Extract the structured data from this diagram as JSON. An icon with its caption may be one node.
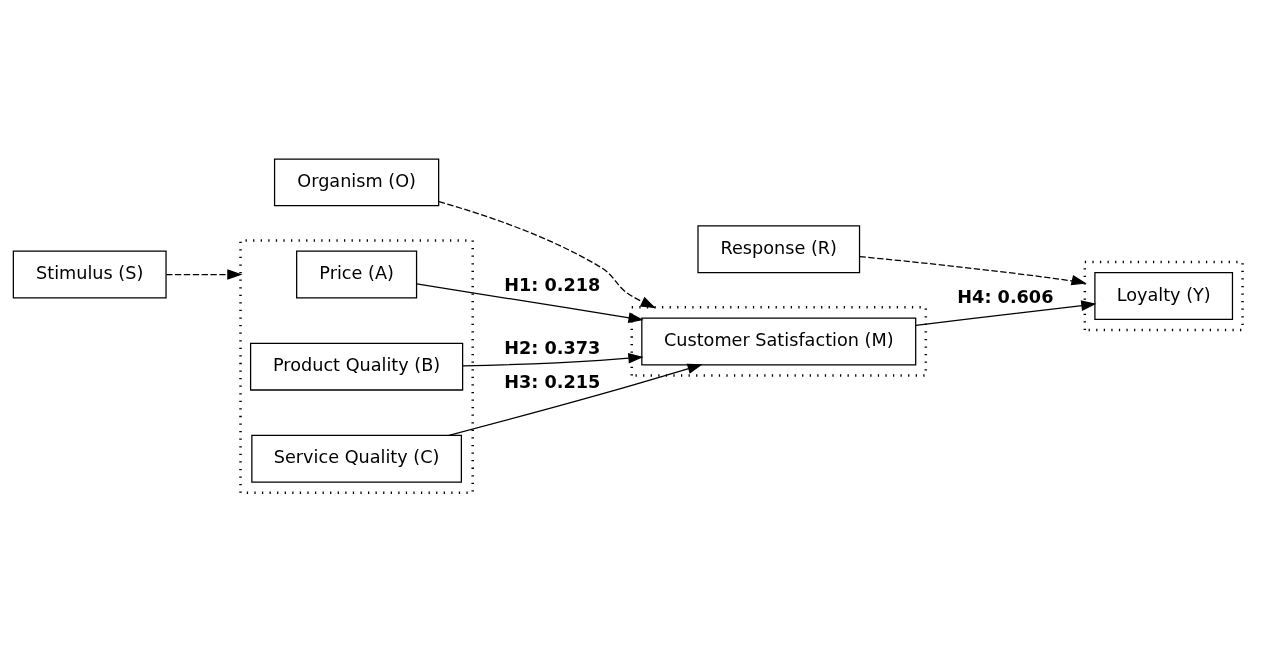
{
  "diagram": {
    "nodes": [
      {
        "text": [],
        "shape": "box"
      },
      {
        "text": [
          "Price (A)"
        ],
        "in": 0
      },
      {
        "text": [
          "Product Quality (B)"
        ],
        "in": 0
      },
      {
        "text": [
          "Service Quality (C)"
        ],
        "in": 0
      },
      {
        "text": [],
        "shape": "box"
      },
      {
        "text": [
          "Customer Satisfaction (M)"
        ],
        "in": 4
      },
      {
        "text": [],
        "shape": "box"
      },
      {
        "text": [
          "Loyalty (Y)"
        ],
        "in": 6
      },
      {
        "text": [
          "Stimulus (S)"
        ]
      },
      {
        "text": [
          "Organism (O)"
        ]
      },
      {
        "text": [
          "Response (R)"
        ]
      }
    ],
    "edges": [
      {
        "from": 1,
        "to": 5,
        "arrow": "to",
        "label": "H1: 0.218"
      },
      {
        "from": 2,
        "to": 5,
        "arrow": "to",
        "label": "H2: 0.373"
      },
      {
        "from": 3,
        "to": 5,
        "arrow": "to",
        "label": "H3: 0.215"
      },
      {
        "from": 5,
        "to": 7,
        "arrow": "to",
        "label": "H4: 0.606"
      },
      {
        "from": 8,
        "to": 0,
        "arrow": "to",
        "style": "dashed"
      },
      {
        "from": 9,
        "to": 4,
        "arrow": "to",
        "style": "dashed"
      },
      {
        "from": 10,
        "to": 6,
        "arrow": "to",
        "style": "dashed"
      }
    ]
  }
}
